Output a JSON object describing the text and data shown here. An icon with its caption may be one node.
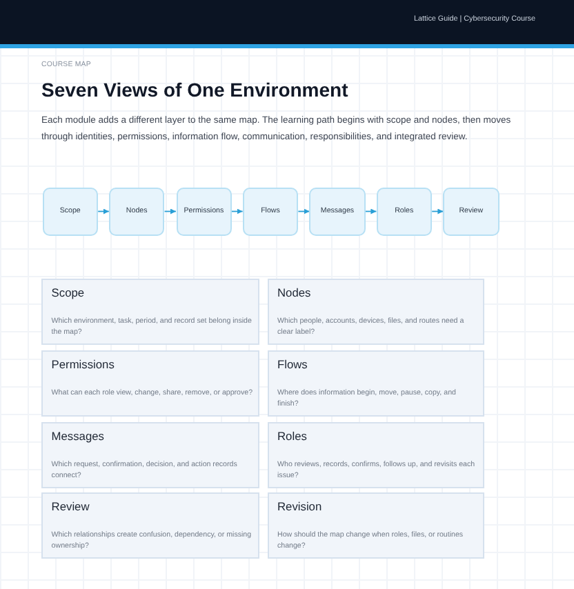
{
  "diagram": {
    "title": "Seven Views of One Environment",
    "nodes": [
      {
        "text": [
          "Scope"
        ]
      },
      {
        "text": [
          "Nodes"
        ]
      },
      {
        "text": [
          "Permissions"
        ]
      },
      {
        "text": [
          "Flows"
        ]
      },
      {
        "text": [
          "Messages"
        ]
      },
      {
        "text": [
          "Roles"
        ]
      },
      {
        "text": [
          "Review"
        ]
      },
      {
        "text": [
          "Scope",
          "Which environment, task, period, and record set belong inside the map?"
        ]
      },
      {
        "text": [
          "Nodes",
          "Which people, accounts, devices, files, and routes need a clear label?"
        ]
      },
      {
        "text": [
          "Permissions",
          "What can each role view, change, share, remove, or approve?"
        ]
      },
      {
        "text": [
          "Flows",
          "Where does information begin, move, pause, copy, and finish?"
        ]
      },
      {
        "text": [
          "Messages",
          "Which request, confirmation, decision, and action records connect?"
        ]
      },
      {
        "text": [
          "Roles",
          "Who reviews, records, confirms, follows up, and revisits each issue?"
        ]
      },
      {
        "text": [
          "Review",
          "Which relationships create confusion, dependency, or missing ownership?"
        ]
      },
      {
        "text": [
          "Revision",
          "How should the map change when roles, files, or routines change?"
        ]
      }
    ],
    "edges": [
      {
        "from": 0,
        "to": 1,
        "arrow": "to"
      },
      {
        "from": 1,
        "to": 2,
        "arrow": "to"
      },
      {
        "from": 2,
        "to": 3,
        "arrow": "to"
      },
      {
        "from": 3,
        "to": 4,
        "arrow": "to"
      },
      {
        "from": 4,
        "to": 5,
        "arrow": "to"
      },
      {
        "from": 5,
        "to": 6,
        "arrow": "to"
      }
    ],
    "labels": [
      "Lattice Guide | Cybersecurity Course",
      "COURSE MAP",
      "Each module adds a different layer to the same map. The learning path begins with scope and nodes, then moves through identities, permissions, information flow, communication, responsibilities, and integrated review."
    ]
  }
}
